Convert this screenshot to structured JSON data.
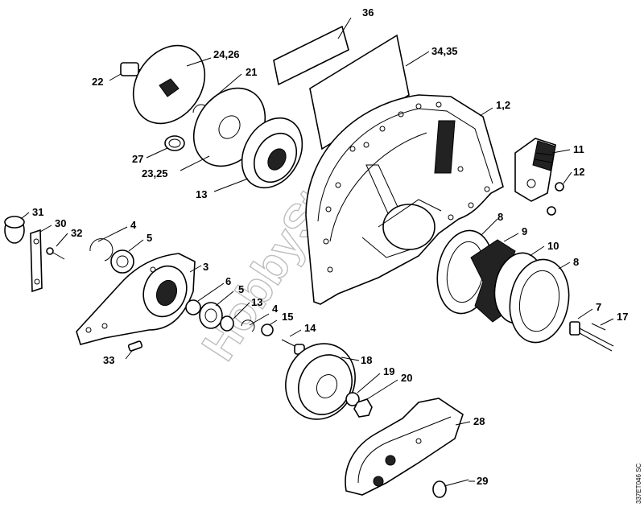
{
  "diagram": {
    "watermark": "HobbyStore.it",
    "drawing_code": "337ET046 SC",
    "callouts": [
      {
        "id": "c36",
        "text": "36"
      },
      {
        "id": "c34_35",
        "text": "34,35"
      },
      {
        "id": "c24_26",
        "text": "24,26"
      },
      {
        "id": "c22",
        "text": "22"
      },
      {
        "id": "c21",
        "text": "21"
      },
      {
        "id": "c1_2",
        "text": "1,2"
      },
      {
        "id": "c27",
        "text": "27"
      },
      {
        "id": "c23_25",
        "text": "23,25"
      },
      {
        "id": "c11",
        "text": "11"
      },
      {
        "id": "c12",
        "text": "12"
      },
      {
        "id": "c13_top",
        "text": "13"
      },
      {
        "id": "c31",
        "text": "31"
      },
      {
        "id": "c30",
        "text": "30"
      },
      {
        "id": "c32",
        "text": "32"
      },
      {
        "id": "c4_top",
        "text": "4"
      },
      {
        "id": "c5_top",
        "text": "5"
      },
      {
        "id": "c3",
        "text": "3"
      },
      {
        "id": "c8_top",
        "text": "8"
      },
      {
        "id": "c9",
        "text": "9"
      },
      {
        "id": "c10",
        "text": "10"
      },
      {
        "id": "c8_right",
        "text": "8"
      },
      {
        "id": "c6",
        "text": "6"
      },
      {
        "id": "c5_mid",
        "text": "5"
      },
      {
        "id": "c13_mid",
        "text": "13"
      },
      {
        "id": "c4_mid",
        "text": "4"
      },
      {
        "id": "c15",
        "text": "15"
      },
      {
        "id": "c7",
        "text": "7"
      },
      {
        "id": "c17",
        "text": "17"
      },
      {
        "id": "c14",
        "text": "14"
      },
      {
        "id": "c33",
        "text": "33"
      },
      {
        "id": "c18",
        "text": "18"
      },
      {
        "id": "c19",
        "text": "19"
      },
      {
        "id": "c20",
        "text": "20"
      },
      {
        "id": "c28",
        "text": "28"
      },
      {
        "id": "c29",
        "text": "29"
      }
    ]
  }
}
